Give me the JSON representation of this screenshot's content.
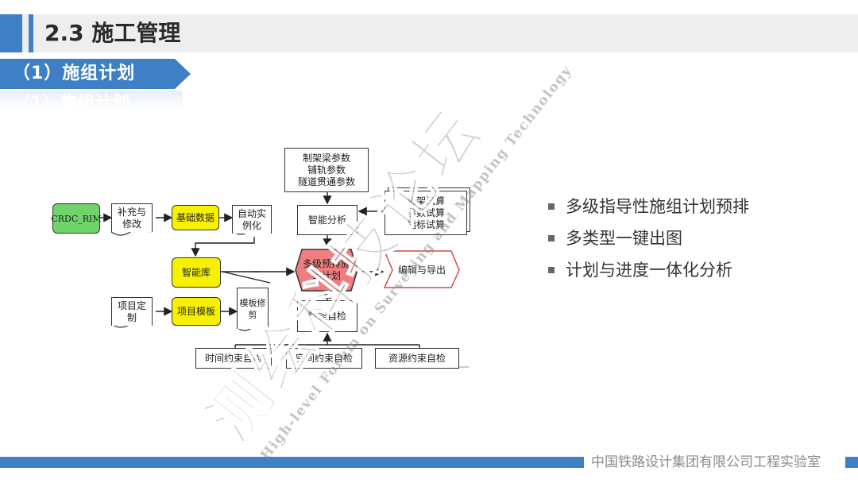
{
  "header": {
    "title": "2.3 施工管理",
    "section": "（1）施组计划",
    "section_ghost": "（1）施组计划"
  },
  "diagram": {
    "crdc": "CRDC_RIM",
    "bucong": [
      "补充与",
      "修改"
    ],
    "jichu": "基础数据",
    "zidong": [
      "自动实",
      "例化"
    ],
    "canshu": [
      "制架梁参数",
      "铺轨参数",
      "隧道贯通参数"
    ],
    "fenxi": "智能分析",
    "shisuan": [
      "铺架试算",
      "参数试算",
      "指标试算"
    ],
    "zhinengku": "智能库",
    "center": [
      "多级预排施",
      "组计划"
    ],
    "export": "编辑与导出",
    "dingzhi": [
      "项目定",
      "制"
    ],
    "muban": "项目模板",
    "xiujian": [
      "模板修",
      "剪"
    ],
    "zijian": "智能自检",
    "checks": [
      "时间约束自检",
      "空间约束自检",
      "资源约束自检"
    ]
  },
  "bullets": [
    "多级指导性施组计划预排",
    "多类型一键出图",
    "计划与进度一体化分析"
  ],
  "footer": {
    "org": "中国铁路设计集团有限公司工程实验室"
  },
  "watermark": {
    "cn": "测绘科技论坛",
    "en": "High-level Forum on Surveying and Mapping Technology"
  },
  "colors": {
    "accent": "#3f7fc4",
    "yellow": "#f7f000",
    "green": "#6fd46a",
    "center_fill": "#f07e80"
  }
}
